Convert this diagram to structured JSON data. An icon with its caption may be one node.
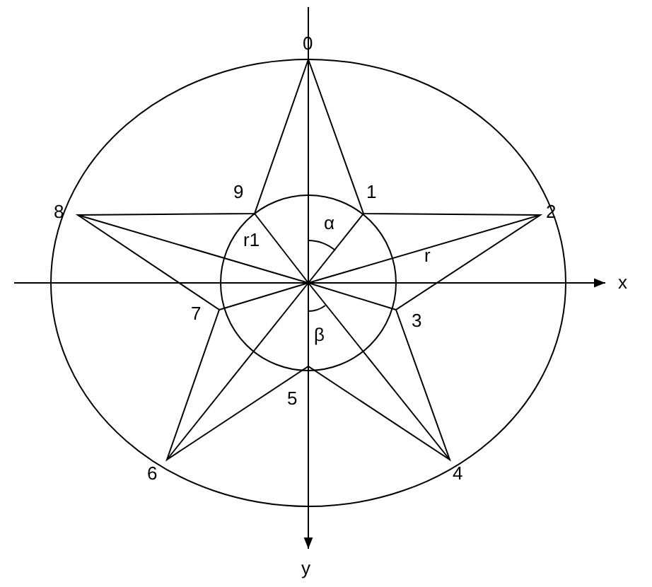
{
  "diagram": {
    "labels": [
      "0",
      "9",
      "1",
      "8",
      "α",
      "2",
      "r1",
      "r",
      "x",
      "7",
      "3",
      "β",
      "5",
      "6",
      "4",
      "y"
    ]
  }
}
